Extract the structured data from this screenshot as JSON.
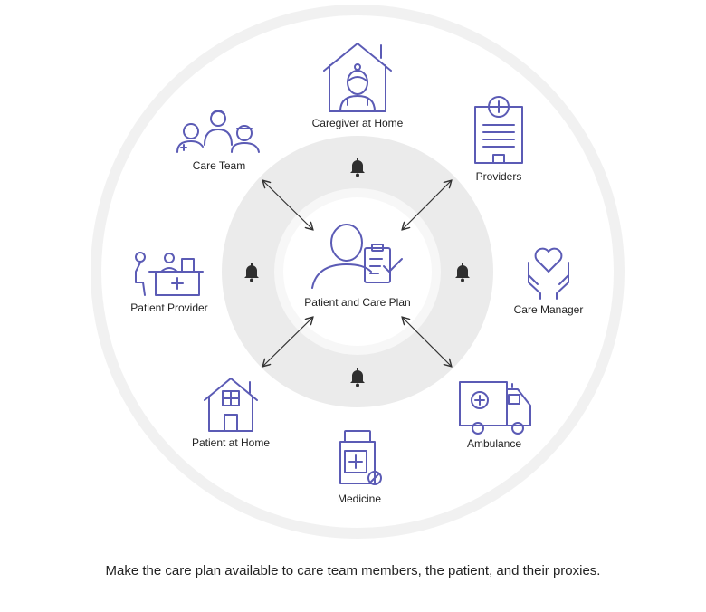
{
  "center": {
    "label": "Patient and Care Plan",
    "icon": "patient-clipboard-icon"
  },
  "nodes": [
    {
      "id": "caregiver",
      "label": "Caregiver at Home",
      "icon": "caregiver-house-icon"
    },
    {
      "id": "providers",
      "label": "Providers",
      "icon": "hospital-building-icon"
    },
    {
      "id": "care-manager",
      "label": "Care Manager",
      "icon": "heart-hands-icon"
    },
    {
      "id": "ambulance",
      "label": "Ambulance",
      "icon": "ambulance-icon"
    },
    {
      "id": "medicine",
      "label": "Medicine",
      "icon": "medicine-bottle-icon"
    },
    {
      "id": "patient-home",
      "label": "Patient at Home",
      "icon": "house-icon"
    },
    {
      "id": "patient-provider",
      "label": "Patient Provider",
      "icon": "reception-desk-icon"
    },
    {
      "id": "care-team",
      "label": "Care Team",
      "icon": "care-team-icon"
    }
  ],
  "connector_icon": "bell-icon",
  "colors": {
    "icon": "#5B5BB5",
    "ring_outer": "#ebebeb",
    "ring_inner": "#e8e8e8",
    "arrow": "#333333"
  },
  "caption": "Make the care plan available to care team members, the patient, and their proxies."
}
